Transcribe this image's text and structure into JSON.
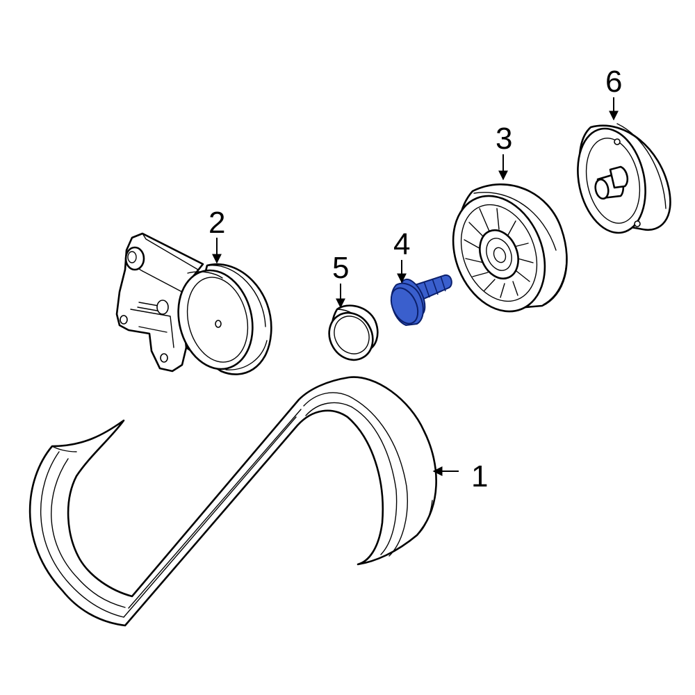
{
  "callouts": {
    "belt": "1",
    "tensioner": "2",
    "idler_pulley": "3",
    "bolt": "4",
    "cap": "5",
    "pulley": "6"
  },
  "highlight_color": "#3a5fcd",
  "highlighted_part": "4"
}
